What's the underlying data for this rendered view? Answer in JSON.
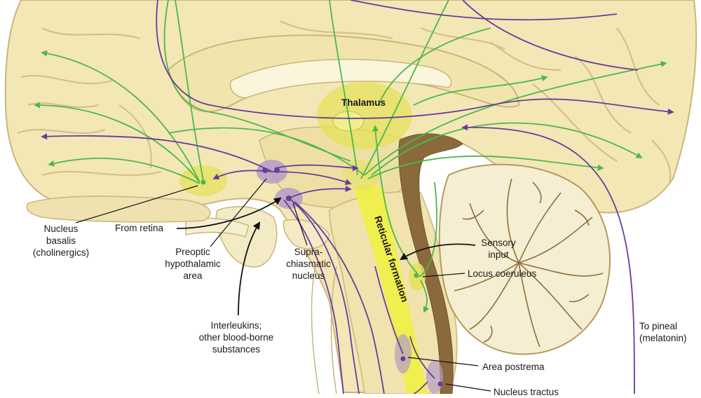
{
  "labels": {
    "thalamus": "Thalamus",
    "reticular_formation": "Reticular formation",
    "nucleus_basalis": [
      "Nucleus",
      "basalis",
      "(cholinergics)"
    ],
    "from_retina": "From retina",
    "preoptic": [
      "Preoptic",
      "hypothalamic",
      "area"
    ],
    "suprachiasmatic": [
      "Supra-",
      "chiasmatic",
      "nucleus"
    ],
    "interleukins": [
      "Interleukins;",
      "other blood-borne",
      "substances"
    ],
    "sensory_input": [
      "Sensory",
      "input"
    ],
    "locus_coeruleus": "Locus coeruleus",
    "area_postrema": "Area postrema",
    "nucleus_tractus": "Nucleus tractus",
    "to_pineal": [
      "To pineal",
      "(melatonin)"
    ]
  },
  "colors": {
    "brain_tissue": "#f3e7b6",
    "brain_outline": "#c9b67a",
    "fold_shadow": "#d9c88e",
    "cerebellum": "#f6eed2",
    "brainstem_dark": "#8a6a3c",
    "green_pathway": "#4cb84a",
    "purple_pathway": "#6a3b9c",
    "nucleus_highlight": "#e4e15c",
    "purple_nucleus": "#b49cc4",
    "reticular_band": "#f0ef46",
    "label_text": "#1a1a1a"
  }
}
